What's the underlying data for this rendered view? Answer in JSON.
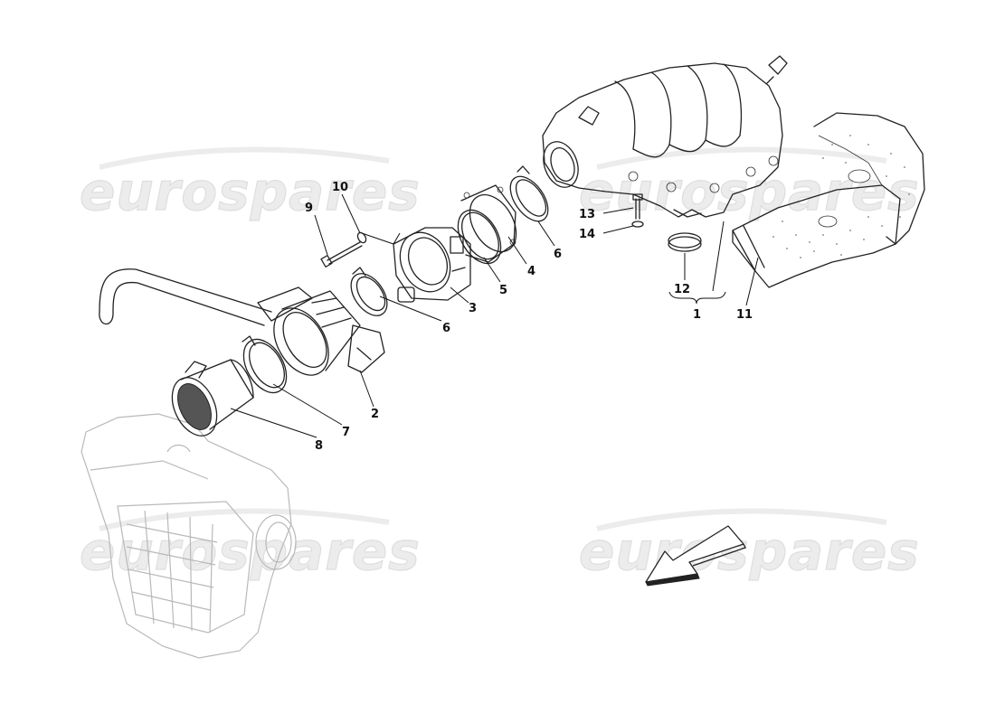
{
  "watermark_text": "eurospares",
  "callouts": {
    "c1": "1",
    "c2": "2",
    "c3": "3",
    "c4": "4",
    "c5": "5",
    "c6a": "6",
    "c6b": "6",
    "c7": "7",
    "c8": "8",
    "c9": "9",
    "c10": "10",
    "c11": "11",
    "c12": "12",
    "c13": "13",
    "c14": "14"
  },
  "icons": {
    "direction_arrow": "direction-arrow-icon"
  },
  "colors": {
    "line": "#222222",
    "watermark": "#e6e6e6",
    "background": "#ffffff"
  }
}
